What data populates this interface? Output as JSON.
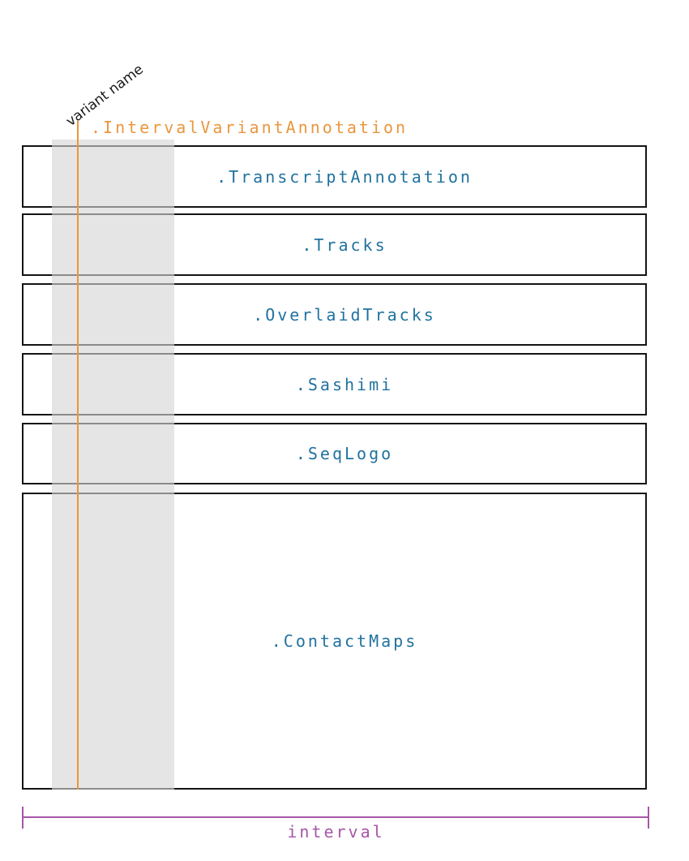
{
  "palette": {
    "orange": "#E9973E",
    "blue": "#21729F",
    "purple": "#A756A7",
    "band_gray": "#D5D5D5",
    "panel_border": "#141414",
    "text_dark": "#1A1A1A"
  },
  "variant_marker": {
    "label": "variant name",
    "class_label": ".IntervalVariantAnnotation"
  },
  "panels": [
    {
      "label": ".TranscriptAnnotation"
    },
    {
      "label": ".Tracks"
    },
    {
      "label": ".OverlaidTracks"
    },
    {
      "label": ".Sashimi"
    },
    {
      "label": ".SeqLogo"
    },
    {
      "label": ".ContactMaps"
    }
  ],
  "interval": {
    "label": "interval"
  }
}
